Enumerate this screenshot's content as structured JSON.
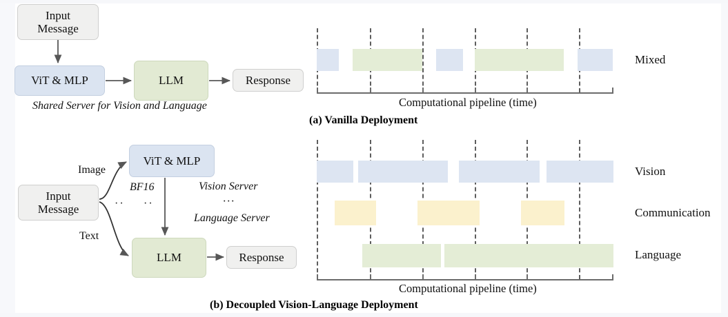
{
  "figure": {
    "panels": [
      {
        "id": "a",
        "caption": "(a) Vanilla Deployment",
        "diagram": {
          "nodes": [
            {
              "name": "input-message",
              "label": "Input\nMessage",
              "style": "grey"
            },
            {
              "name": "vit-mlp",
              "label": "ViT & MLP",
              "style": "blue"
            },
            {
              "name": "llm",
              "label": "LLM",
              "style": "green"
            },
            {
              "name": "response",
              "label": "Response",
              "style": "grey"
            }
          ],
          "server_label": "Shared Server for Vision  and Language"
        },
        "chart": {
          "xlabel": "Computational pipeline (time)",
          "rows": [
            {
              "label": "Mixed"
            }
          ]
        }
      },
      {
        "id": "b",
        "caption": "(b) Decoupled Vision-Language Deployment",
        "diagram": {
          "nodes": [
            {
              "name": "input-message",
              "label": "Input\nMessage",
              "style": "grey"
            },
            {
              "name": "vit-mlp",
              "label": "ViT & MLP",
              "style": "blue"
            },
            {
              "name": "llm",
              "label": "LLM",
              "style": "green"
            },
            {
              "name": "response",
              "label": "Response",
              "style": "grey"
            }
          ],
          "edge_labels": [
            {
              "name": "image-edge-label",
              "label": "Image"
            },
            {
              "name": "text-edge-label",
              "label": "Text"
            },
            {
              "name": "bf16-edge-label",
              "label": "BF16"
            }
          ],
          "server_labels": [
            {
              "name": "vision-server-label",
              "label": "Vision Server"
            },
            {
              "name": "server-divider-dots",
              "label": "···"
            },
            {
              "name": "language-server-label",
              "label": "Language Server"
            }
          ]
        },
        "chart": {
          "xlabel": "Computational pipeline (time)",
          "rows": [
            {
              "label": "Vision"
            },
            {
              "label": "Communication"
            },
            {
              "label": "Language"
            }
          ]
        }
      }
    ]
  },
  "colors": {
    "vision_blue": "#dde5f2",
    "language_green": "#e4edd6",
    "communication_yellow": "#fbf1cd",
    "node_grey": "#f0f0ef",
    "axis_grey": "#6b6b6b"
  },
  "chart_data": [
    {
      "type": "bar",
      "id": "vanilla-timeline",
      "title": "(a) Vanilla Deployment",
      "xlabel": "Computational pipeline (time)",
      "ylabel": "",
      "orientation": "horizontal-gantt",
      "grid": "vertical-dashed",
      "axis_ticks_x": [
        0,
        1,
        2,
        3,
        4,
        5
      ],
      "xlim": [
        0,
        5
      ],
      "legend": "none",
      "rows": [
        {
          "name": "Mixed",
          "segments": [
            {
              "kind": "vision",
              "start": 0.0,
              "end": 0.42,
              "color": "#dde5f2"
            },
            {
              "kind": "language",
              "start": 0.68,
              "end": 2.0,
              "color": "#e4edd6"
            },
            {
              "kind": "vision",
              "start": 2.27,
              "end": 2.77,
              "color": "#dde5f2"
            },
            {
              "kind": "language",
              "start": 3.0,
              "end": 4.7,
              "color": "#e4edd6"
            },
            {
              "kind": "vision",
              "start": 4.96,
              "end": 5.62,
              "color": "#dde5f2"
            }
          ]
        }
      ]
    },
    {
      "type": "bar",
      "id": "decoupled-timeline",
      "title": "(b) Decoupled Vision-Language Deployment",
      "xlabel": "Computational pipeline (time)",
      "ylabel": "",
      "orientation": "horizontal-gantt",
      "grid": "vertical-dashed",
      "axis_ticks_x": [
        0,
        1,
        2,
        3,
        4,
        5
      ],
      "xlim": [
        0,
        5
      ],
      "legend": "none",
      "rows": [
        {
          "name": "Vision",
          "color": "#dde5f2",
          "segments": [
            {
              "start": 0.0,
              "end": 0.7
            },
            {
              "start": 0.78,
              "end": 2.49
            },
            {
              "start": 2.71,
              "end": 4.25
            },
            {
              "start": 4.37,
              "end": 5.67
            }
          ]
        },
        {
          "name": "Communication",
          "color": "#fbf1cd",
          "segments": [
            {
              "start": 0.34,
              "end": 1.13
            },
            {
              "start": 1.92,
              "end": 3.1
            },
            {
              "start": 3.89,
              "end": 4.72
            }
          ]
        },
        {
          "name": "Language",
          "color": "#e4edd6",
          "segments": [
            {
              "start": 0.87,
              "end": 2.38
            },
            {
              "start": 2.45,
              "end": 5.67
            }
          ]
        }
      ]
    }
  ]
}
